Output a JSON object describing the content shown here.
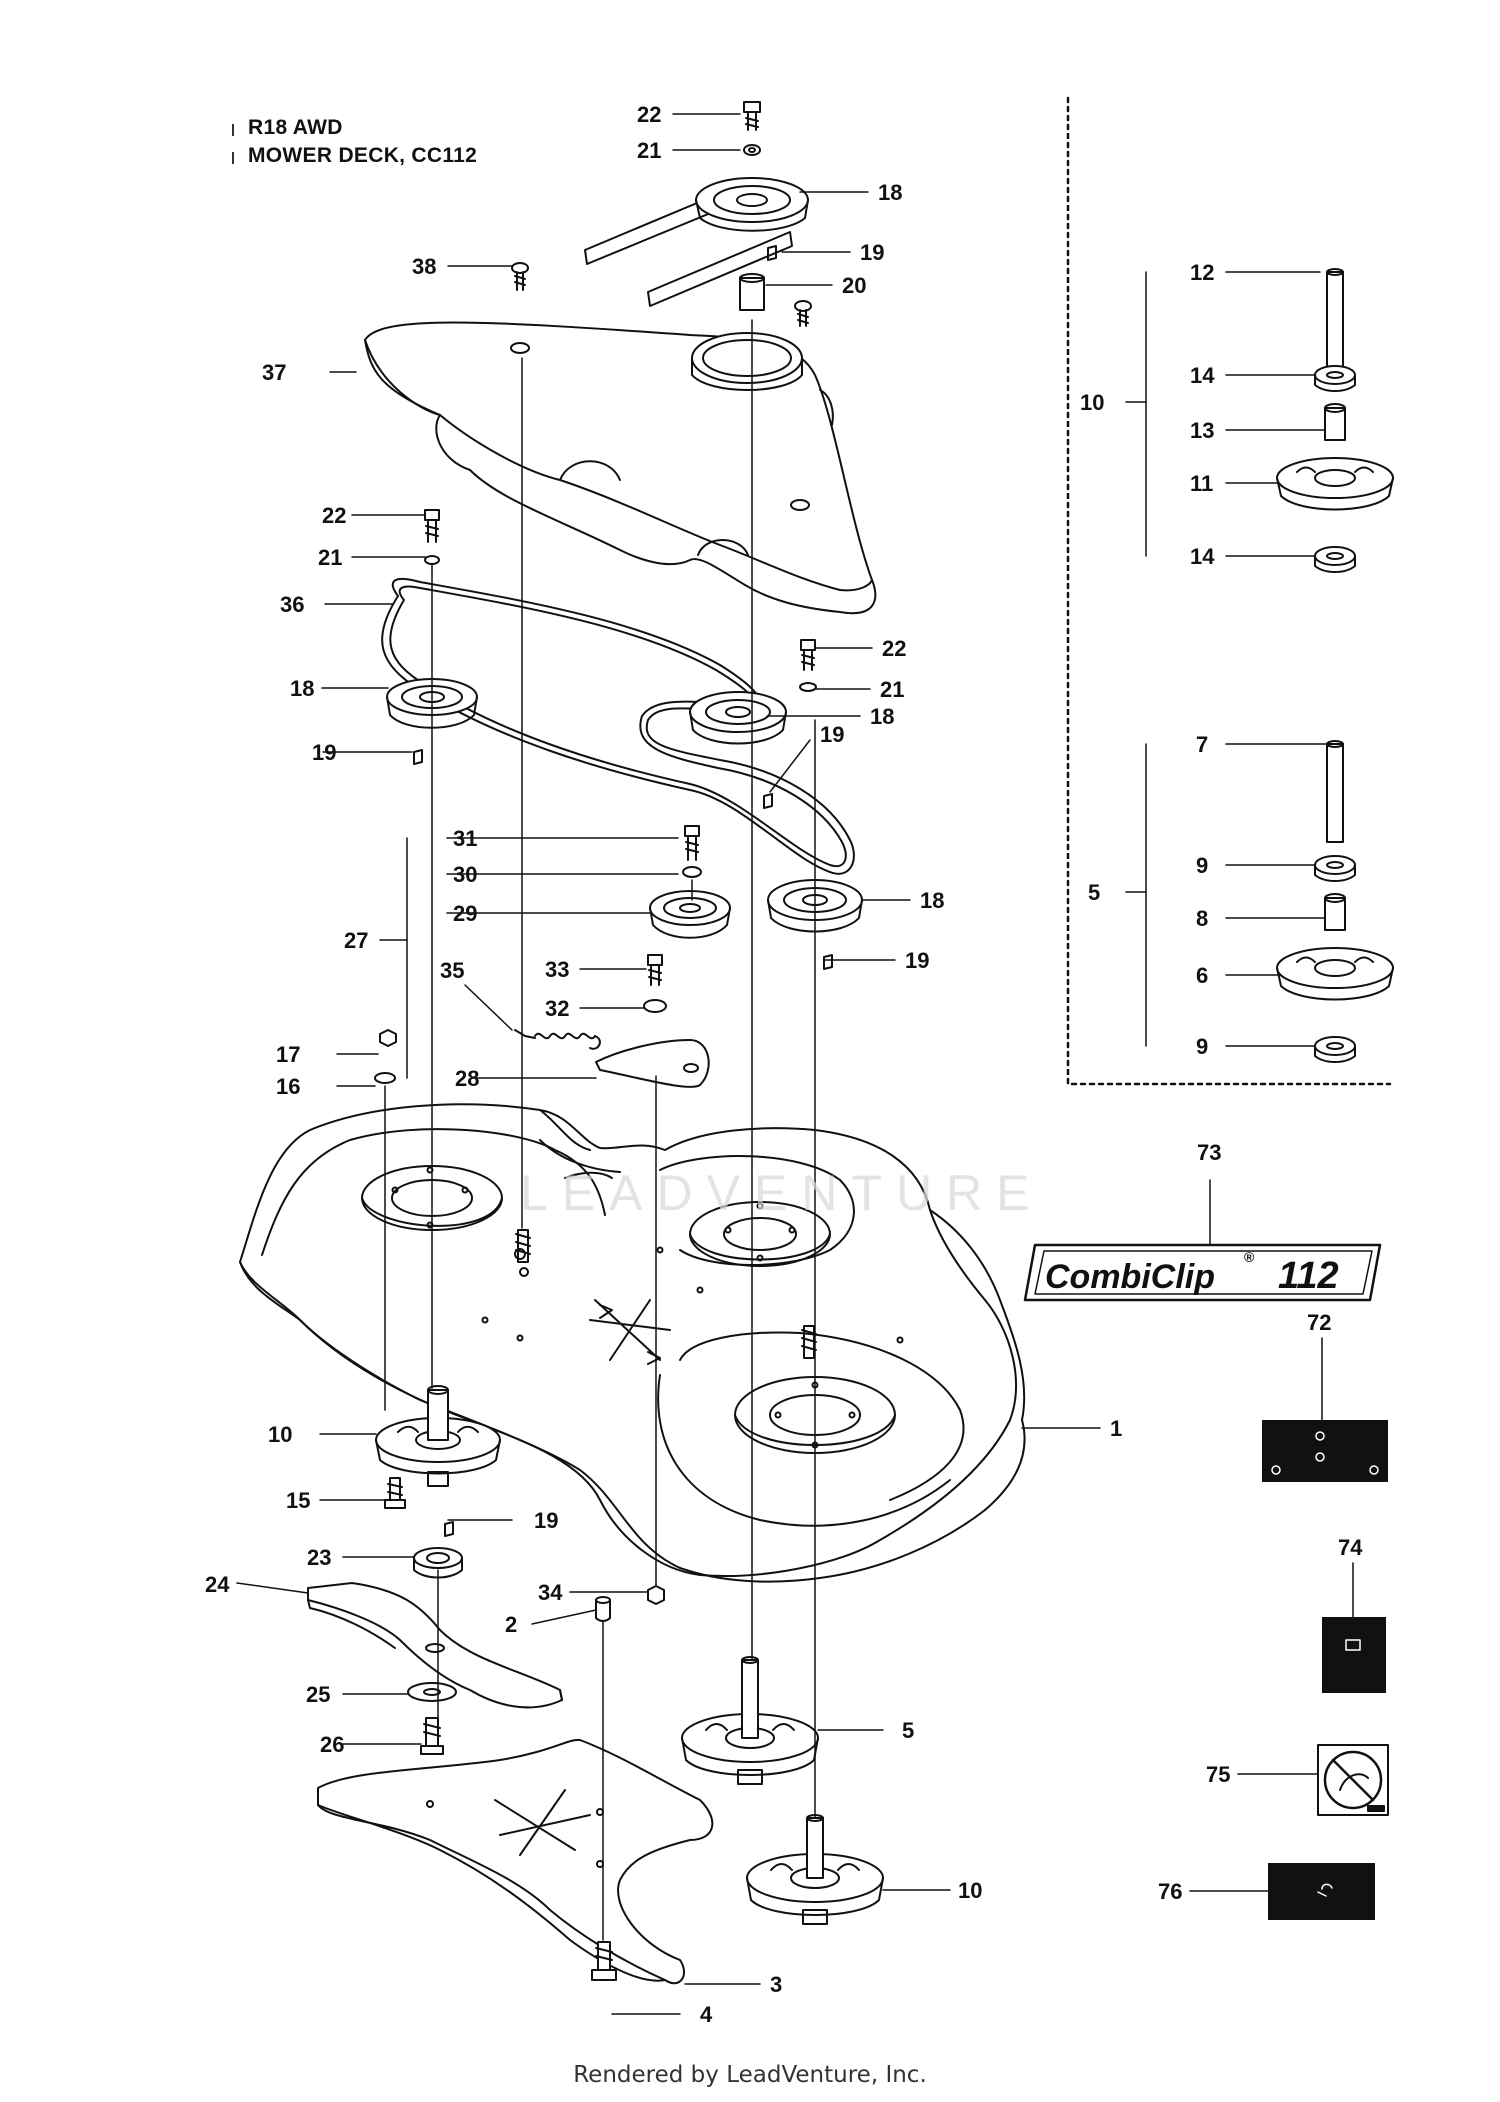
{
  "header": {
    "model": "R18 AWD",
    "assembly": "MOWER DECK, CC112"
  },
  "decal_text": {
    "brand": "CombiClip",
    "number": "112",
    "registered_mark": "®"
  },
  "watermark": "LEADVENTURE",
  "footer": "Rendered by LeadVenture, Inc.",
  "callouts": {
    "c22a": "22",
    "c21a": "21",
    "c18a": "18",
    "c19a": "19",
    "c20": "20",
    "c38": "38",
    "c37": "37",
    "c22b": "22",
    "c21b": "21",
    "c36": "36",
    "c22c": "22",
    "c21c": "21",
    "c18b": "18",
    "c19b": "19",
    "c18c": "18",
    "c19c": "19",
    "c31": "31",
    "c30": "30",
    "c29": "29",
    "c27": "27",
    "c18d": "18",
    "c19d": "19",
    "c35": "35",
    "c33": "33",
    "c32": "32",
    "c17": "17",
    "c16": "16",
    "c28": "28",
    "c1": "1",
    "c10a": "10",
    "c15": "15",
    "c19e": "19",
    "c23": "23",
    "c24": "24",
    "c34": "34",
    "c2": "2",
    "c25": "25",
    "c26": "26",
    "c5b": "5",
    "c10b": "10",
    "c3": "3",
    "c4": "4",
    "c12": "12",
    "c14a": "14",
    "c10c": "10",
    "c13": "13",
    "c11": "11",
    "c14b": "14",
    "c7": "7",
    "c9a": "9",
    "c5a": "5",
    "c8": "8",
    "c6": "6",
    "c9b": "9",
    "c73": "73",
    "c72": "72",
    "c74": "74",
    "c75": "75",
    "c76": "76"
  }
}
